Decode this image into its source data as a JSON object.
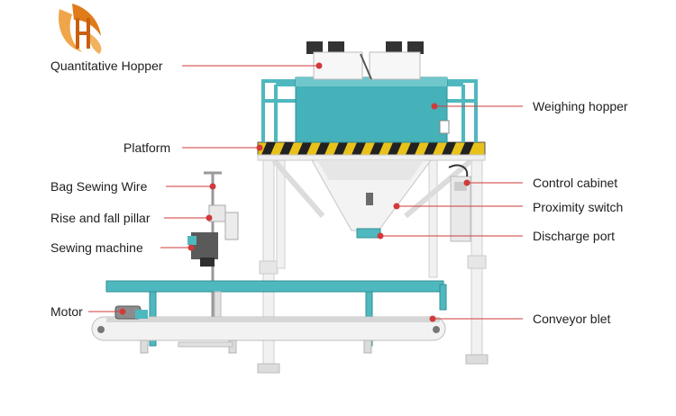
{
  "diagram": {
    "labels": {
      "quantitative_hopper": "Quantitative Hopper",
      "platform": "Platform",
      "bag_sewing_wire": "Bag Sewing Wire",
      "rise_fall_pillar": "Rise and fall pillar",
      "sewing_machine": "Sewing machine",
      "motor": "Motor",
      "weighing_hopper": "Weighing hopper",
      "control_cabinet": "Control cabinet",
      "proximity_switch": "Proximity switch",
      "discharge_port": "Discharge port",
      "conveyor_belt": "Conveyor blet"
    },
    "colors": {
      "leader_line": "#d13a3a",
      "frame_teal": "#4fb8bf",
      "frame_light": "#ececec",
      "hazard_yellow": "#e8c21b",
      "logo_orange": "#e07b1a"
    },
    "logo": {
      "icon": "brand-logo-icon"
    }
  }
}
